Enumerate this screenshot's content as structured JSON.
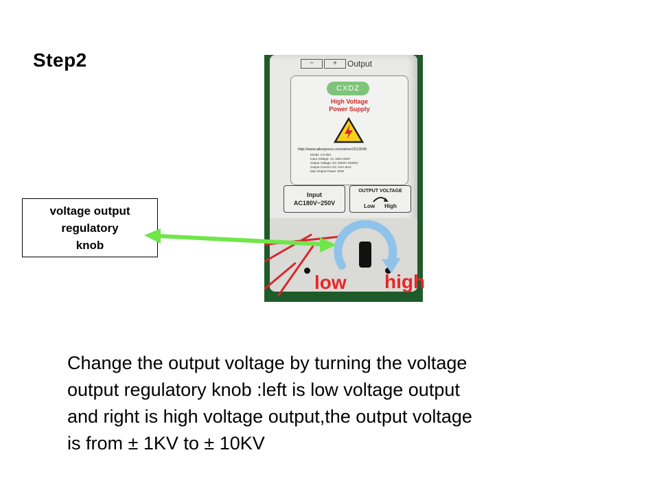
{
  "step_title": "Step2",
  "callout": {
    "line1": "voltage output",
    "line2": "regulatory",
    "line3": "knob"
  },
  "device": {
    "terminal_minus": "−",
    "terminal_plus": "+",
    "terminal_output": "Output",
    "logo": "CXDZ",
    "title_line1": "High Voltage",
    "title_line2": "Power Supply",
    "url": "http://www.aliexpress.com/store/1513045",
    "specs": [
      "Model:   CX-05A",
      "Input Voltage:   AC 180V-250V",
      "Output Voltage:   DC 2000V-10000V",
      "Output Current:   DC 1mA-5mA",
      "Max Output Power:   50W"
    ],
    "input_label": "Input",
    "input_value": "AC180V~250V",
    "output_voltage_label": "OUTPUT VOLTAGE",
    "output_low": "Low",
    "output_high": "High"
  },
  "knob_labels": {
    "low": "low",
    "high": "high"
  },
  "description": {
    "line1": "Change the output voltage  by turning the voltage",
    "line2": "output regulatory knob :left is low voltage output",
    "line3": "and right is high voltage output,the output voltage",
    "line4": "is from ± 1KV to ± 10KV"
  },
  "colors": {
    "arrow": "#6fe64a",
    "label_red": "#e8262a",
    "rotation_arrow": "#8fc3ea"
  }
}
